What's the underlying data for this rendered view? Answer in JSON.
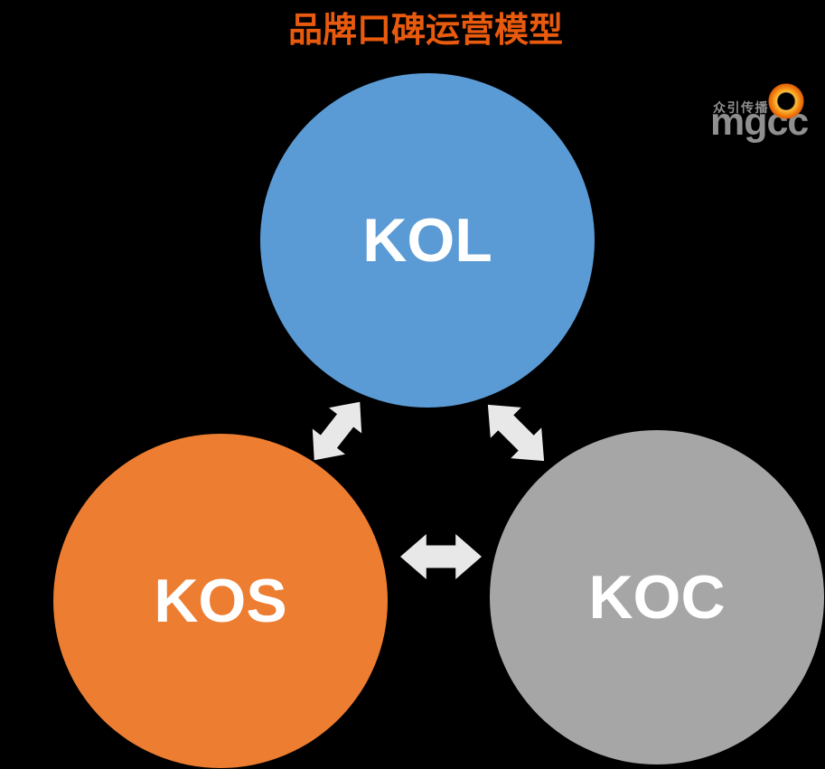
{
  "background": "#000000",
  "title": {
    "text": "品牌口碑运营模型",
    "color": "#E85A0E"
  },
  "logo": {
    "company_cn": "众引传播",
    "wordmark": "mgcc",
    "text_color": "#909090",
    "ring_colors": {
      "inner": "#FDC248",
      "mid": "#F9A01B",
      "outer": "#E2600B"
    }
  },
  "model": {
    "nodes": [
      {
        "id": "kol",
        "label": "KOL",
        "color": "#5B9BD5",
        "position": "top"
      },
      {
        "id": "kos",
        "label": "KOS",
        "color": "#ED7D31",
        "position": "bottom-left"
      },
      {
        "id": "koc",
        "label": "KOC",
        "color": "#A6A6A6",
        "position": "bottom-right"
      }
    ],
    "connections": [
      {
        "from": "kol",
        "to": "kos",
        "type": "bidirectional"
      },
      {
        "from": "kol",
        "to": "koc",
        "type": "bidirectional"
      },
      {
        "from": "kos",
        "to": "koc",
        "type": "bidirectional"
      }
    ],
    "arrow_color": "#E9E8E8"
  }
}
